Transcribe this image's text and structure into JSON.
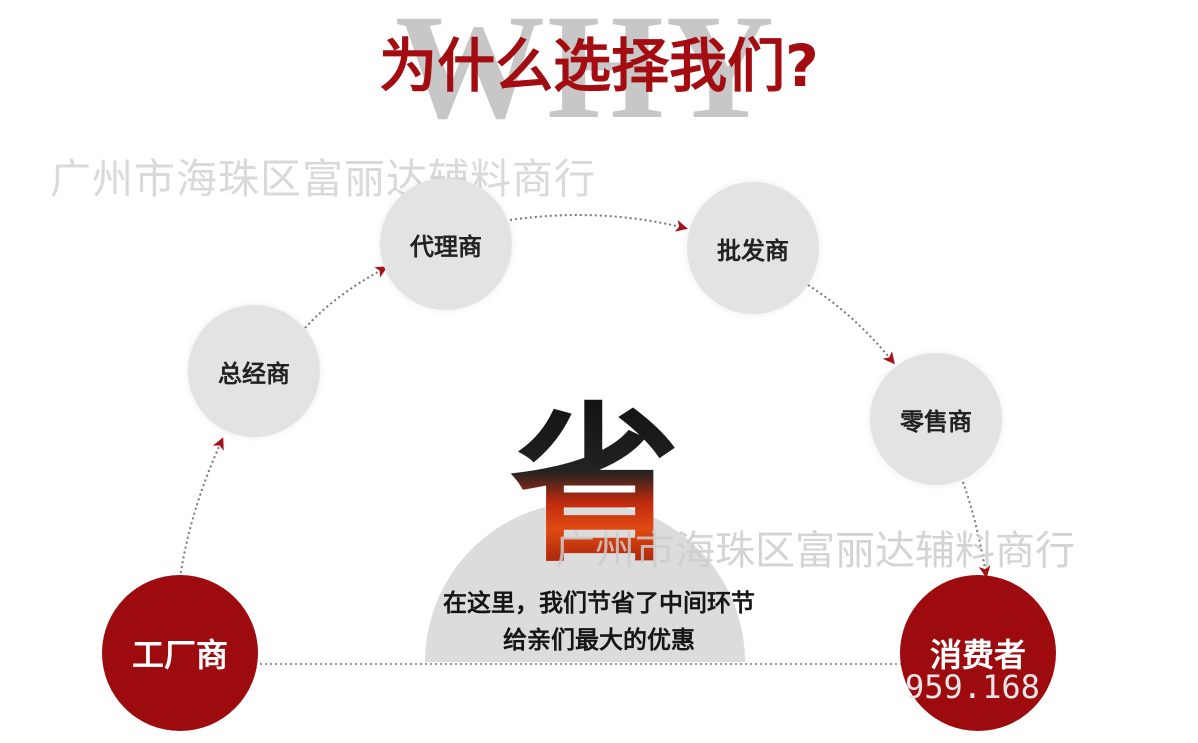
{
  "background_text": "WHY",
  "title": "为什么选择我们?",
  "watermarks": {
    "top_left": "广州市海珠区富丽达辅料商行",
    "center": "广州市海珠区富丽达辅料商行",
    "bottom_right": "959.168"
  },
  "nodes": {
    "factory": "工厂商",
    "general_distributor": "总经商",
    "agent": "代理商",
    "wholesaler": "批发商",
    "retailer": "零售商",
    "consumer": "消费者"
  },
  "center_char": "省",
  "caption": {
    "line1": "在这里，我们节省了中间环节",
    "line2": "给亲们最大的优惠"
  },
  "colors": {
    "accent_red": "#a30d12",
    "node_gray": "#e3e3e3",
    "arrow_red": "#a3141a"
  }
}
